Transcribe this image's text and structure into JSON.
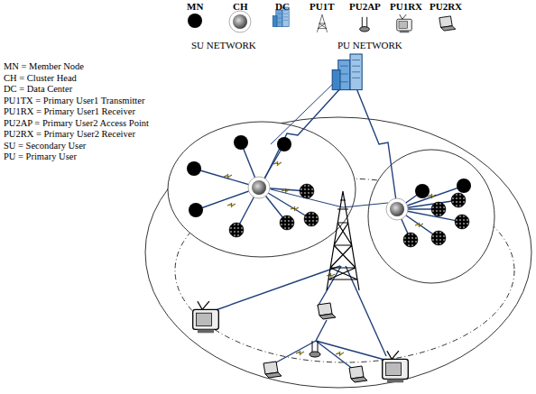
{
  "diagram": {
    "labels": [
      "SU NETWORK",
      "PU NETWORK",
      "MN = Member Node",
      "CH = Cluster Head",
      "DC = Data Center",
      "PU1TX = Primary User1 Transmitter",
      "PU1RX = Primary User1 Receiver",
      "PU2AP = Primary User2 Access Point",
      "PU2RX = Primary User2 Receiver",
      "SU = Secondary User",
      "PU = Primary User"
    ],
    "legend": [
      {
        "text": "MN"
      },
      {
        "text": "CH"
      },
      {
        "text": "DC"
      },
      {
        "text": "PU1T"
      },
      {
        "text": "PU2AP"
      },
      {
        "text": "PU1RX"
      },
      {
        "text": "PU2RX"
      }
    ]
  }
}
